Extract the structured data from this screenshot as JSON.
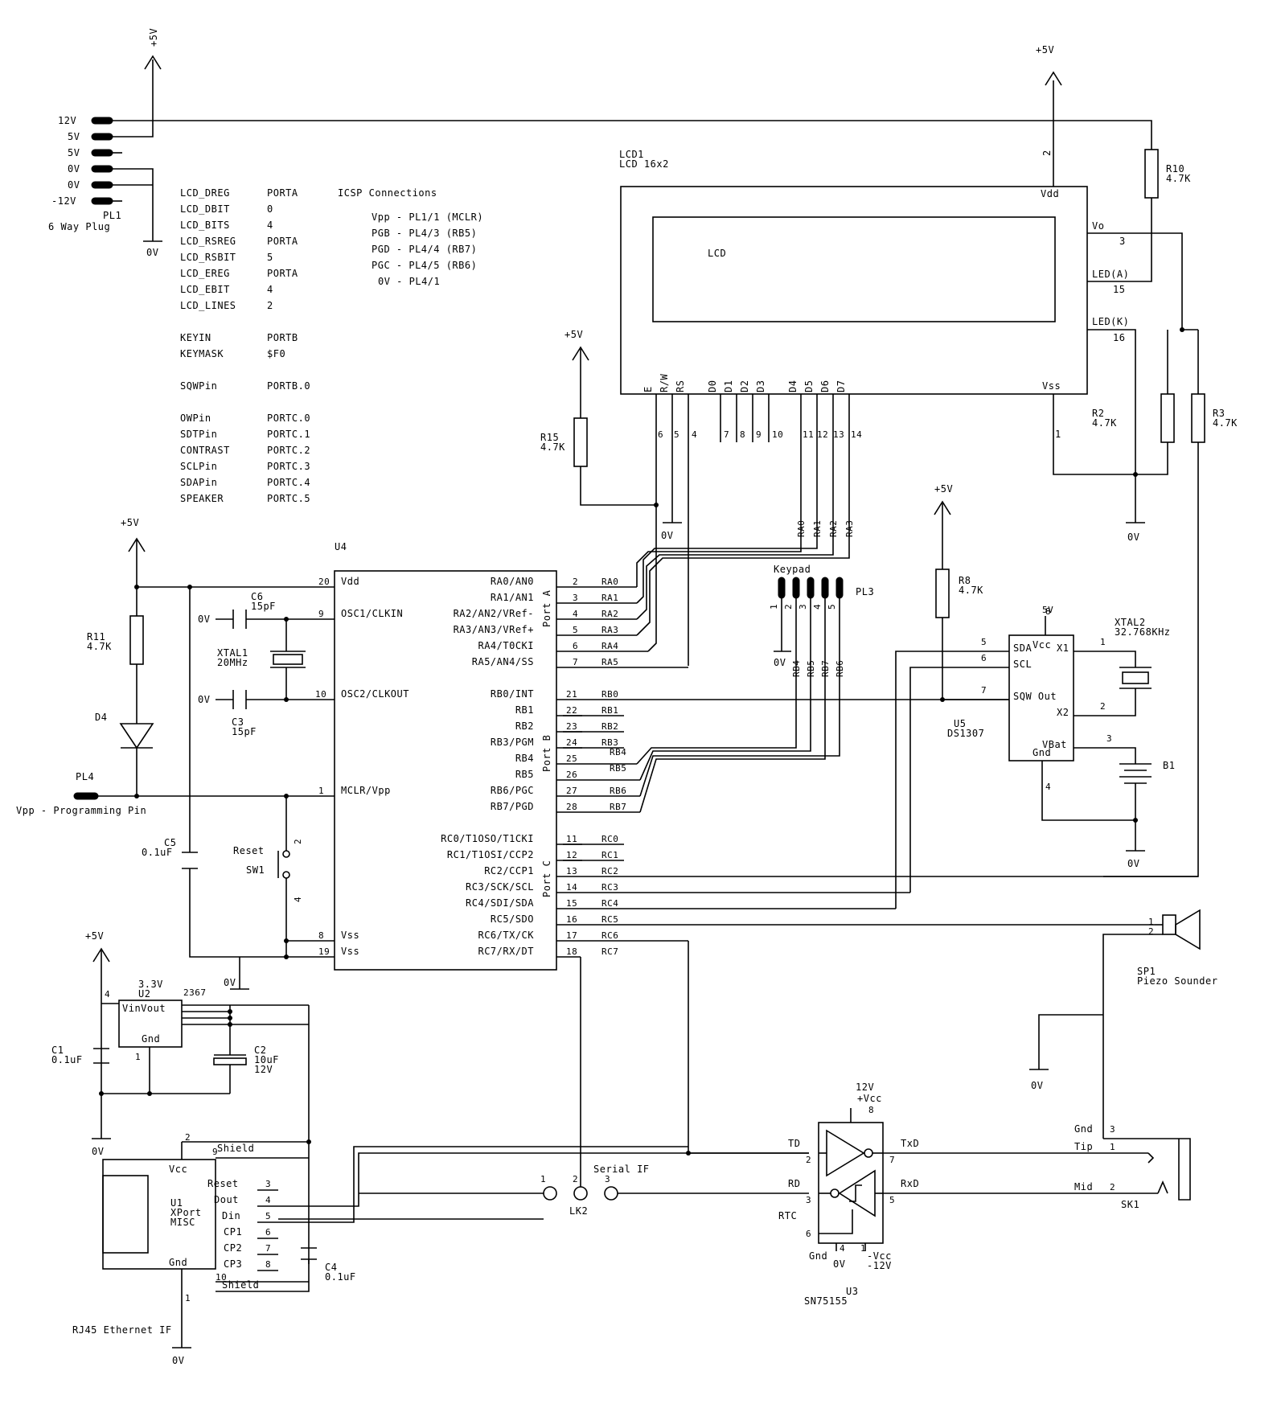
{
  "power": {
    "v5": "+5V",
    "v0": "0V",
    "v12": "12V",
    "vcc": "+Vcc",
    "nvcc": "-Vcc",
    "n12": "-12V",
    "v5b": "5V"
  },
  "pl1": {
    "ref": "PL1",
    "desc": "6 Way Plug",
    "pins": [
      "12V",
      "5V",
      "5V",
      "0V",
      "0V",
      "-12V"
    ]
  },
  "config": {
    "lcd": [
      [
        "LCD_DREG",
        "PORTA"
      ],
      [
        "LCD_DBIT",
        "0"
      ],
      [
        "LCD_BITS",
        "4"
      ],
      [
        "LCD_RSREG",
        "PORTA"
      ],
      [
        "LCD_RSBIT",
        "5"
      ],
      [
        "LCD_EREG",
        "PORTA"
      ],
      [
        "LCD_EBIT",
        "4"
      ],
      [
        "LCD_LINES",
        "2"
      ]
    ],
    "keys": [
      [
        "KEYIN",
        "PORTB"
      ],
      [
        "KEYMASK",
        "$F0"
      ]
    ],
    "sqw": [
      [
        "SQWPin",
        "PORTB.0"
      ]
    ],
    "portc": [
      [
        "OWPin",
        "PORTC.0"
      ],
      [
        "SDTPin",
        "PORTC.1"
      ],
      [
        "CONTRAST",
        "PORTC.2"
      ],
      [
        "SCLPin",
        "PORTC.3"
      ],
      [
        "SDAPin",
        "PORTC.4"
      ],
      [
        "SPEAKER",
        "PORTC.5"
      ]
    ]
  },
  "icsp": {
    "title": "ICSP Connections",
    "lines": [
      "Vpp - PL1/1 (MCLR)",
      "PGB - PL4/3 (RB5)",
      "PGD - PL4/4 (RB7)",
      "PGC - PL4/5 (RB6)",
      "0V - PL4/1"
    ]
  },
  "lcd": {
    "ref": "LCD1",
    "type": "LCD 16x2",
    "screen": "LCD",
    "right_pins": [
      "Vdd",
      "Vo",
      "LED(A)",
      "LED(K)",
      "Vss"
    ],
    "right_nums": [
      "2",
      "3",
      "15",
      "16",
      "1"
    ],
    "bottom_pins": [
      "E",
      "R/W",
      "RS",
      "D0",
      "D1",
      "D2",
      "D3",
      "D4",
      "D5",
      "D6",
      "D7"
    ],
    "bottom_nums": [
      "6",
      "5",
      "4",
      "7",
      "8",
      "9",
      "10",
      "11",
      "12",
      "13",
      "14"
    ]
  },
  "resistors": {
    "r10": {
      "ref": "R10",
      "val": "4.7K"
    },
    "r2": {
      "ref": "R2",
      "val": "4.7K"
    },
    "r3": {
      "ref": "R3",
      "val": "4.7K"
    },
    "r15": {
      "ref": "R15",
      "val": "4.7K"
    },
    "r8": {
      "ref": "R8",
      "val": "4.7K"
    },
    "r11": {
      "ref": "R11",
      "val": "4.7K"
    }
  },
  "u4": {
    "ref": "U4",
    "left_pins": [
      {
        "name": "Vdd",
        "num": "20"
      },
      {
        "name": "OSC1/CLKIN",
        "num": "9"
      },
      {
        "name": "OSC2/CLKOUT",
        "num": "10"
      },
      {
        "name": "MCLR/Vpp",
        "num": "1"
      },
      {
        "name": "Vss",
        "num": "8"
      },
      {
        "name": "Vss",
        "num": "19"
      }
    ],
    "right_pins": [
      {
        "name": "RA0/AN0",
        "num": "2",
        "net": "RA0"
      },
      {
        "name": "RA1/AN1",
        "num": "3",
        "net": "RA1"
      },
      {
        "name": "RA2/AN2/VRef-",
        "num": "4",
        "net": "RA2"
      },
      {
        "name": "RA3/AN3/VRef+",
        "num": "5",
        "net": "RA3"
      },
      {
        "name": "RA4/T0CKI",
        "num": "6",
        "net": "RA4"
      },
      {
        "name": "RA5/AN4/SS",
        "num": "7",
        "net": "RA5"
      },
      {
        "name": "RB0/INT",
        "num": "21",
        "net": "RB0"
      },
      {
        "name": "RB1",
        "num": "22",
        "net": "RB1"
      },
      {
        "name": "RB2",
        "num": "23",
        "net": "RB2"
      },
      {
        "name": "RB3/PGM",
        "num": "24",
        "net": "RB3"
      },
      {
        "name": "RB4",
        "num": "25",
        "net": "RB4"
      },
      {
        "name": "RB5",
        "num": "26",
        "net": "RB5"
      },
      {
        "name": "RB6/PGC",
        "num": "27",
        "net": "RB6"
      },
      {
        "name": "RB7/PGD",
        "num": "28",
        "net": "RB7"
      },
      {
        "name": "RC0/T1OSO/T1CKI",
        "num": "11",
        "net": "RC0"
      },
      {
        "name": "RC1/T1OSI/CCP2",
        "num": "12",
        "net": "RC1"
      },
      {
        "name": "RC2/CCP1",
        "num": "13",
        "net": "RC2"
      },
      {
        "name": "RC3/SCK/SCL",
        "num": "14",
        "net": "RC3"
      },
      {
        "name": "RC4/SDI/SDA",
        "num": "15",
        "net": "RC4"
      },
      {
        "name": "RC5/SDO",
        "num": "16",
        "net": "RC5"
      },
      {
        "name": "RC6/TX/CK",
        "num": "17",
        "net": "RC6"
      },
      {
        "name": "RC7/RX/DT",
        "num": "18",
        "net": "RC7"
      }
    ],
    "ports": [
      "Port A",
      "Port B",
      "Port C"
    ]
  },
  "caps": {
    "c6": {
      "ref": "C6",
      "val": "15pF"
    },
    "c3": {
      "ref": "C3",
      "val": "15pF"
    },
    "c5": {
      "ref": "C5",
      "val": "0.1uF"
    },
    "c1": {
      "ref": "C1",
      "val": "0.1uF"
    },
    "c2": {
      "ref": "C2",
      "val": "10uF",
      "v": "12V"
    },
    "c4": {
      "ref": "C4",
      "val": "0.1uF"
    }
  },
  "xtal1": {
    "ref": "XTAL1",
    "val": "20MHz"
  },
  "xtal2": {
    "ref": "XTAL2",
    "val": "32.768KHz"
  },
  "d4": {
    "ref": "D4"
  },
  "pl4": {
    "ref": "PL4",
    "desc": "Vpp - Programming Pin"
  },
  "sw1": {
    "ref": "SW1",
    "label": "Reset",
    "pins": [
      "2",
      "4"
    ]
  },
  "keypad": {
    "title": "Keypad",
    "ref": "PL3",
    "pins": [
      "1",
      "2",
      "3",
      "4",
      "5"
    ],
    "nets": [
      "RB4",
      "RB5",
      "RB7",
      "RB6"
    ]
  },
  "lcd_nets": [
    "RA0",
    "RA1",
    "RA2",
    "RA3"
  ],
  "u5": {
    "ref": "U5",
    "part": "DS1307",
    "pins": [
      "Vcc",
      "SDA",
      "SCL",
      "SQW Out",
      "X1",
      "X2",
      "VBat",
      "Gnd"
    ],
    "nums": [
      "8",
      "5",
      "6",
      "7",
      "1",
      "2",
      "3",
      "4"
    ]
  },
  "b1": {
    "ref": "B1"
  },
  "u2": {
    "ref": "U2",
    "val": "3.3V",
    "vin": "VinVout",
    "gnd": "Gnd",
    "nums": [
      "4",
      "2367",
      "1"
    ]
  },
  "u1": {
    "ref": "U1",
    "l1": "XPort",
    "l2": "MISC",
    "pins": [
      "Vcc",
      "Reset",
      "Dout",
      "Din",
      "CP1",
      "CP2",
      "CP3",
      "Gnd"
    ],
    "nums": [
      "2",
      "3",
      "4",
      "5",
      "6",
      "7",
      "8",
      "10",
      "9",
      "1"
    ],
    "shield": "Shield",
    "desc": "RJ45 Ethernet IF"
  },
  "lk2": {
    "ref": "LK2",
    "label": "Serial IF",
    "pins": [
      "1",
      "2",
      "3"
    ]
  },
  "sp1": {
    "ref": "SP1",
    "desc": "Piezo Sounder",
    "pins": [
      "1",
      "2"
    ]
  },
  "u3": {
    "ref": "U3",
    "part": "SN75155",
    "left": [
      "TD",
      "RD",
      "RTC"
    ],
    "right": [
      "TxD",
      "RxD"
    ],
    "gnd": "Gnd",
    "nums": [
      "8",
      "2",
      "3",
      "6",
      "7",
      "5",
      "4",
      "1"
    ]
  },
  "sk1": {
    "ref": "SK1",
    "labels": [
      "Gnd",
      "Tip",
      "Mid"
    ],
    "nums": [
      "3",
      "1",
      "2"
    ]
  }
}
